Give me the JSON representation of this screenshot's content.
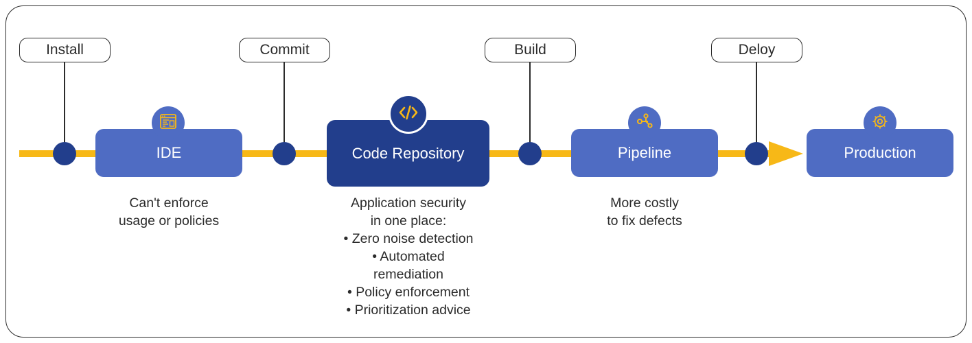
{
  "steps": {
    "install": "Install",
    "commit": "Commit",
    "build": "Build",
    "deploy": "Deloy"
  },
  "stages": {
    "ide": "IDE",
    "code_repository": "Code Repository",
    "pipeline": "Pipeline",
    "production": "Production"
  },
  "icons": {
    "ide": "ide-window-icon",
    "code_repository": "code-brackets-icon",
    "pipeline": "pipeline-branch-icon",
    "production": "gear-icon"
  },
  "notes": {
    "ide": [
      "Can't enforce",
      "usage or policies"
    ],
    "code_repository": [
      "Application security",
      "in one place:",
      "• Zero noise detection",
      "• Automated",
      "remediation",
      "• Policy enforcement",
      "• Prioritization advice"
    ],
    "pipeline": [
      "More costly",
      "to fix defects"
    ]
  },
  "colors": {
    "track": "#F7B817",
    "stage": "#4F6CC3",
    "stage_highlight": "#223E8C",
    "dot": "#223E8C",
    "icon": "#F7B817",
    "outline": "#2b2b2b"
  }
}
